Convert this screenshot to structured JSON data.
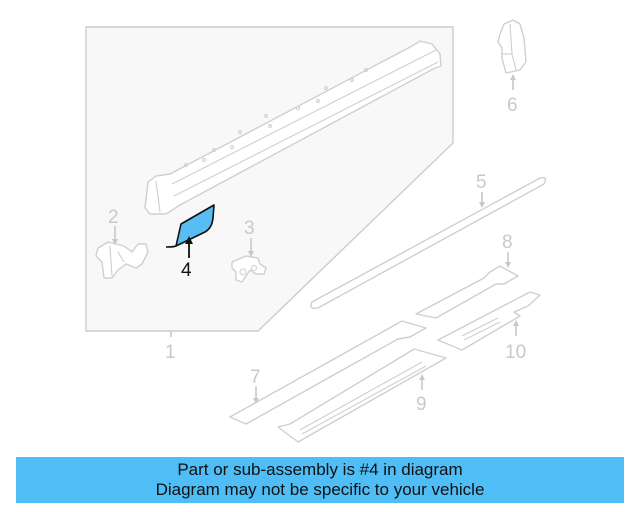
{
  "diagram": {
    "highlight_color": "#58bdf4",
    "group_box_fill": "#f8f8f8",
    "callouts": [
      {
        "id": "1",
        "label": "1",
        "highlighted": false
      },
      {
        "id": "2",
        "label": "2",
        "highlighted": false
      },
      {
        "id": "3",
        "label": "3",
        "highlighted": false
      },
      {
        "id": "4",
        "label": "4",
        "highlighted": true
      },
      {
        "id": "5",
        "label": "5",
        "highlighted": false
      },
      {
        "id": "6",
        "label": "6",
        "highlighted": false
      },
      {
        "id": "7",
        "label": "7",
        "highlighted": false
      },
      {
        "id": "8",
        "label": "8",
        "highlighted": false
      },
      {
        "id": "9",
        "label": "9",
        "highlighted": false
      },
      {
        "id": "10",
        "label": "10",
        "highlighted": false
      }
    ]
  },
  "banner": {
    "line1": "Part or sub-assembly is #4 in diagram",
    "line2": "Diagram may not be specific to your vehicle",
    "background": "#4fbdf6"
  }
}
